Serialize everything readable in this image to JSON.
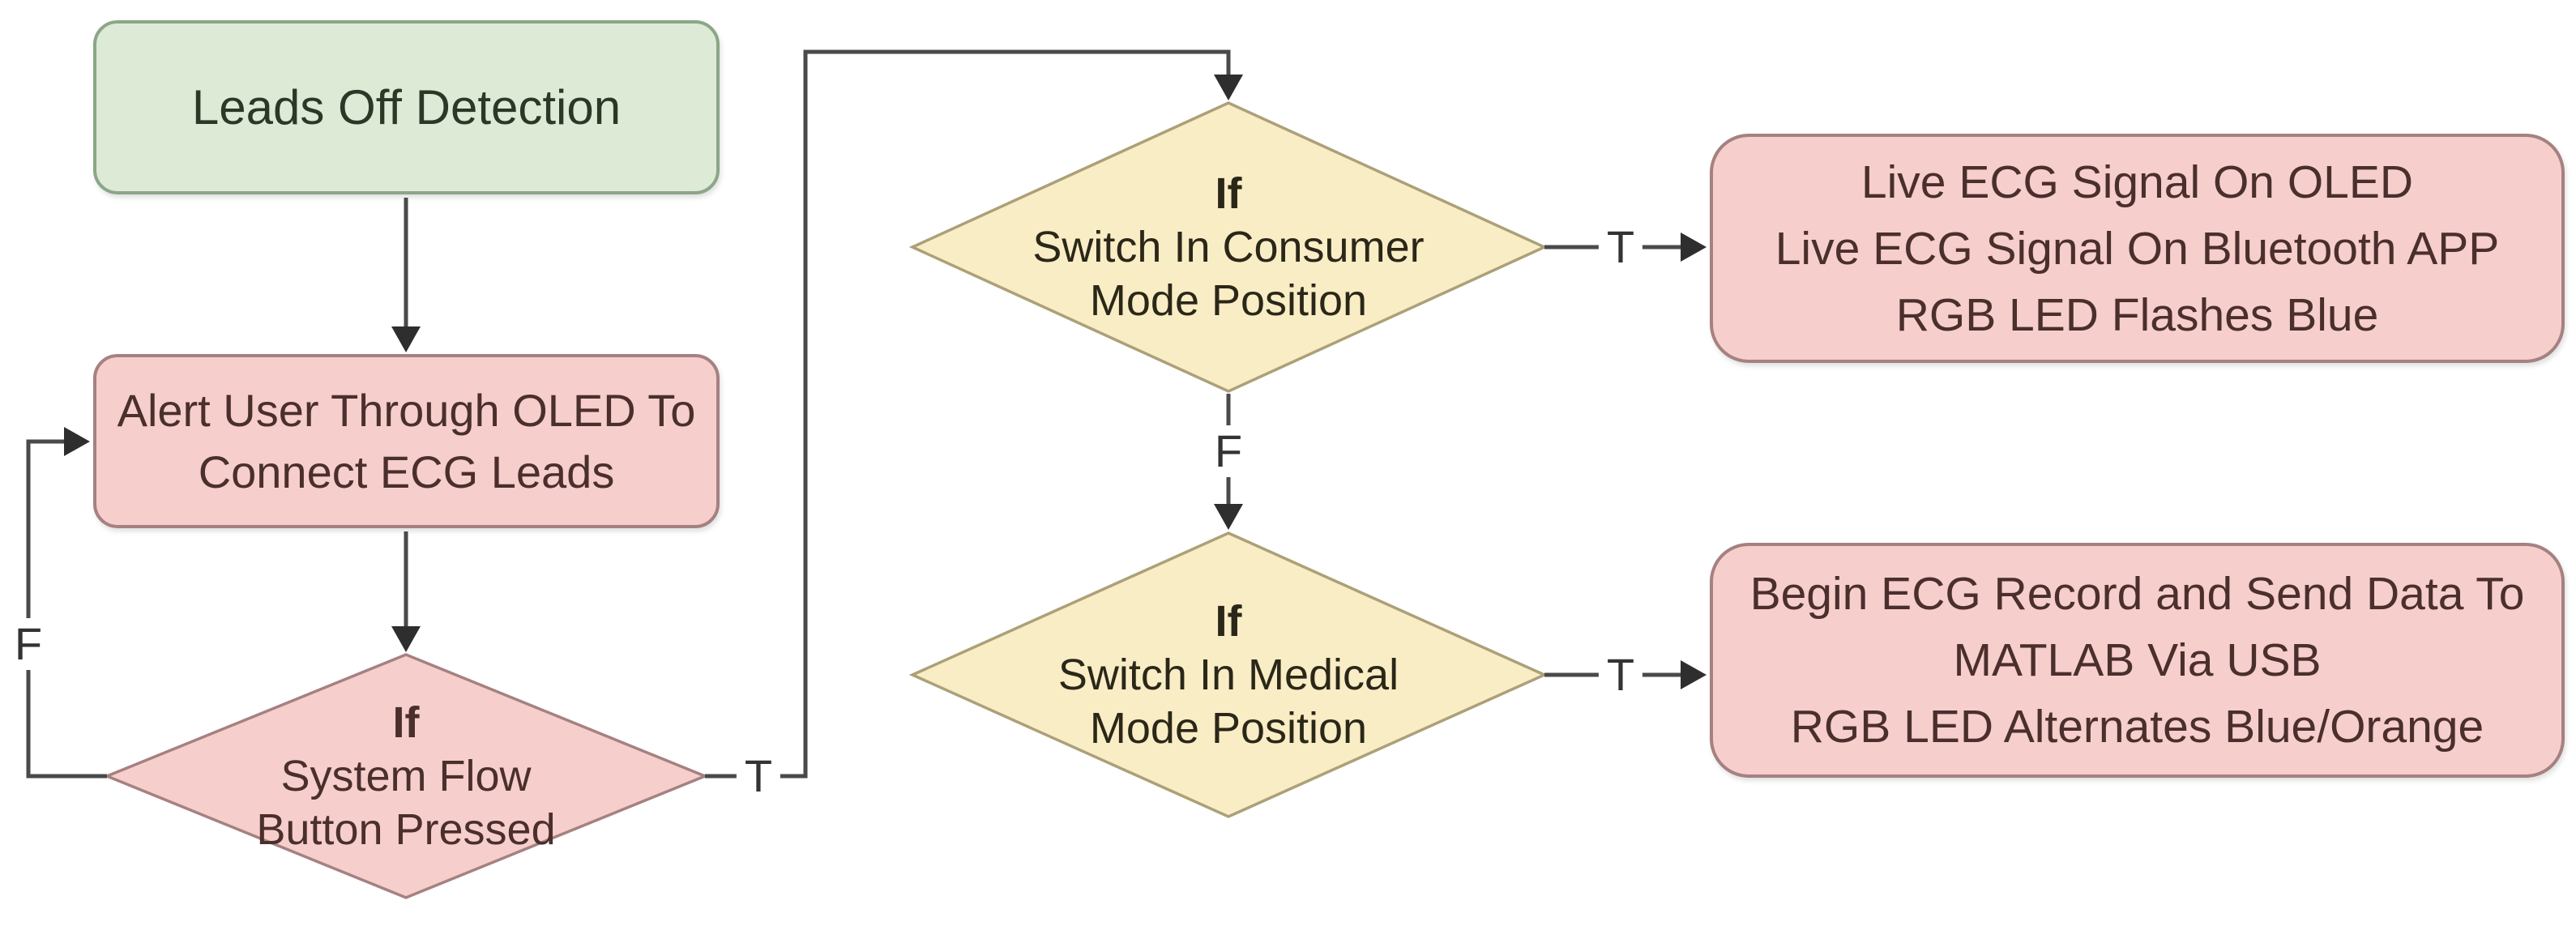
{
  "edge_labels": {
    "true_label": "T",
    "false_label": "F"
  },
  "colors": {
    "canvas_bg": "#ffffff",
    "green_fill": "#dcead6",
    "green_stroke": "#8ca687",
    "green_text": "#2c3827",
    "pink_fill": "#f6cecb",
    "pink_stroke": "#a58181",
    "pink_text": "#4a2f2d",
    "yellow_fill": "#f9edc6",
    "yellow_stroke": "#aca078",
    "yellow_text": "#2b2718",
    "connector": "#4a4a4a",
    "arrowhead": "#2e2e2e",
    "label_text": "#333333"
  },
  "nodes": {
    "leads_off": {
      "lines": [
        "Leads Off Detection"
      ]
    },
    "alert_user": {
      "lines": [
        "Alert User Through OLED To",
        "Connect ECG Leads"
      ]
    },
    "system_flow_decision": {
      "keyword": "If",
      "lines": [
        "System Flow",
        "Button Pressed"
      ]
    },
    "consumer_mode_decision": {
      "keyword": "If",
      "lines": [
        "Switch In Consumer",
        "Mode Position"
      ]
    },
    "medical_mode_decision": {
      "keyword": "If",
      "lines": [
        "Switch In Medical",
        "Mode Position"
      ]
    },
    "consumer_output": {
      "lines": [
        "Live ECG Signal On OLED",
        "Live ECG Signal On Bluetooth APP",
        "RGB LED Flashes Blue"
      ]
    },
    "medical_output": {
      "lines": [
        "Begin ECG Record and Send Data To",
        "MATLAB Via USB",
        "RGB LED Alternates Blue/Orange"
      ]
    }
  }
}
